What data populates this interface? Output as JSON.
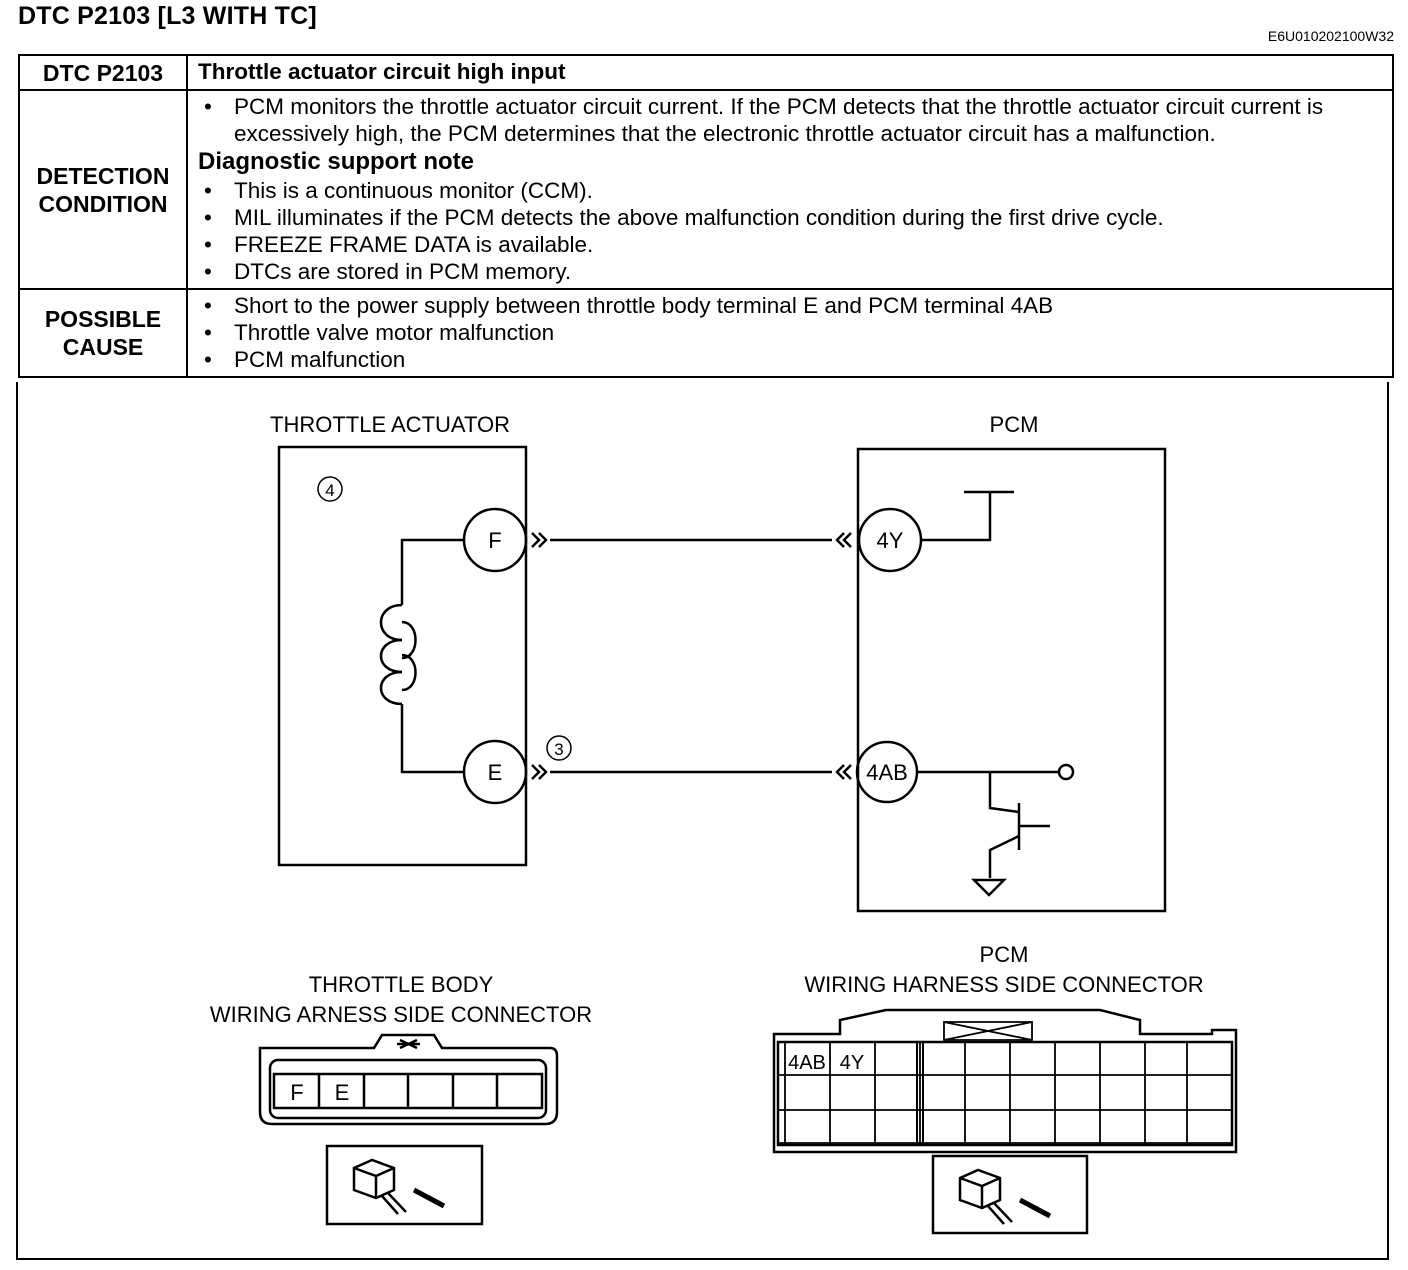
{
  "page": {
    "title": "DTC P2103 [L3 WITH TC]",
    "doc_id": "E6U010202100W32"
  },
  "table": {
    "dtc_code": "DTC P2103",
    "dtc_description": "Throttle actuator circuit high input",
    "detection": {
      "label_line1": "DETECTION",
      "label_line2": "CONDITION",
      "bullet": "PCM monitors the throttle actuator circuit current. If the PCM detects that the throttle actuator circuit current is excessively high, the PCM determines that the electronic throttle actuator circuit has a malfunction.",
      "support_heading": "Diagnostic support note",
      "support_items": [
        "This is a continuous monitor (CCM).",
        "MIL illuminates if the PCM detects the above malfunction condition during the first drive cycle.",
        "FREEZE FRAME DATA is available.",
        "DTCs are stored in PCM memory."
      ]
    },
    "possible_cause": {
      "label_line1": "POSSIBLE",
      "label_line2": "CAUSE",
      "items": [
        "Short to the power supply between throttle body terminal E and PCM terminal 4AB",
        "Throttle valve motor malfunction",
        "PCM malfunction"
      ]
    }
  },
  "diagram": {
    "actuator_label": "THROTTLE ACTUATOR",
    "pcm_label": "PCM",
    "callout_4": "4",
    "callout_3": "3",
    "terminal_f": "F",
    "terminal_e": "E",
    "terminal_4y": "4Y",
    "terminal_4ab": "4AB",
    "tb_connector_line1": "THROTTLE BODY",
    "tb_connector_line2": "WIRING ARNESS SIDE CONNECTOR",
    "tb_pin_f": "F",
    "tb_pin_e": "E",
    "pcm_connector_line1": "PCM",
    "pcm_connector_line2": "WIRING HARNESS SIDE CONNECTOR",
    "pcm_pin_4ab": "4AB",
    "pcm_pin_4y": "4Y"
  }
}
